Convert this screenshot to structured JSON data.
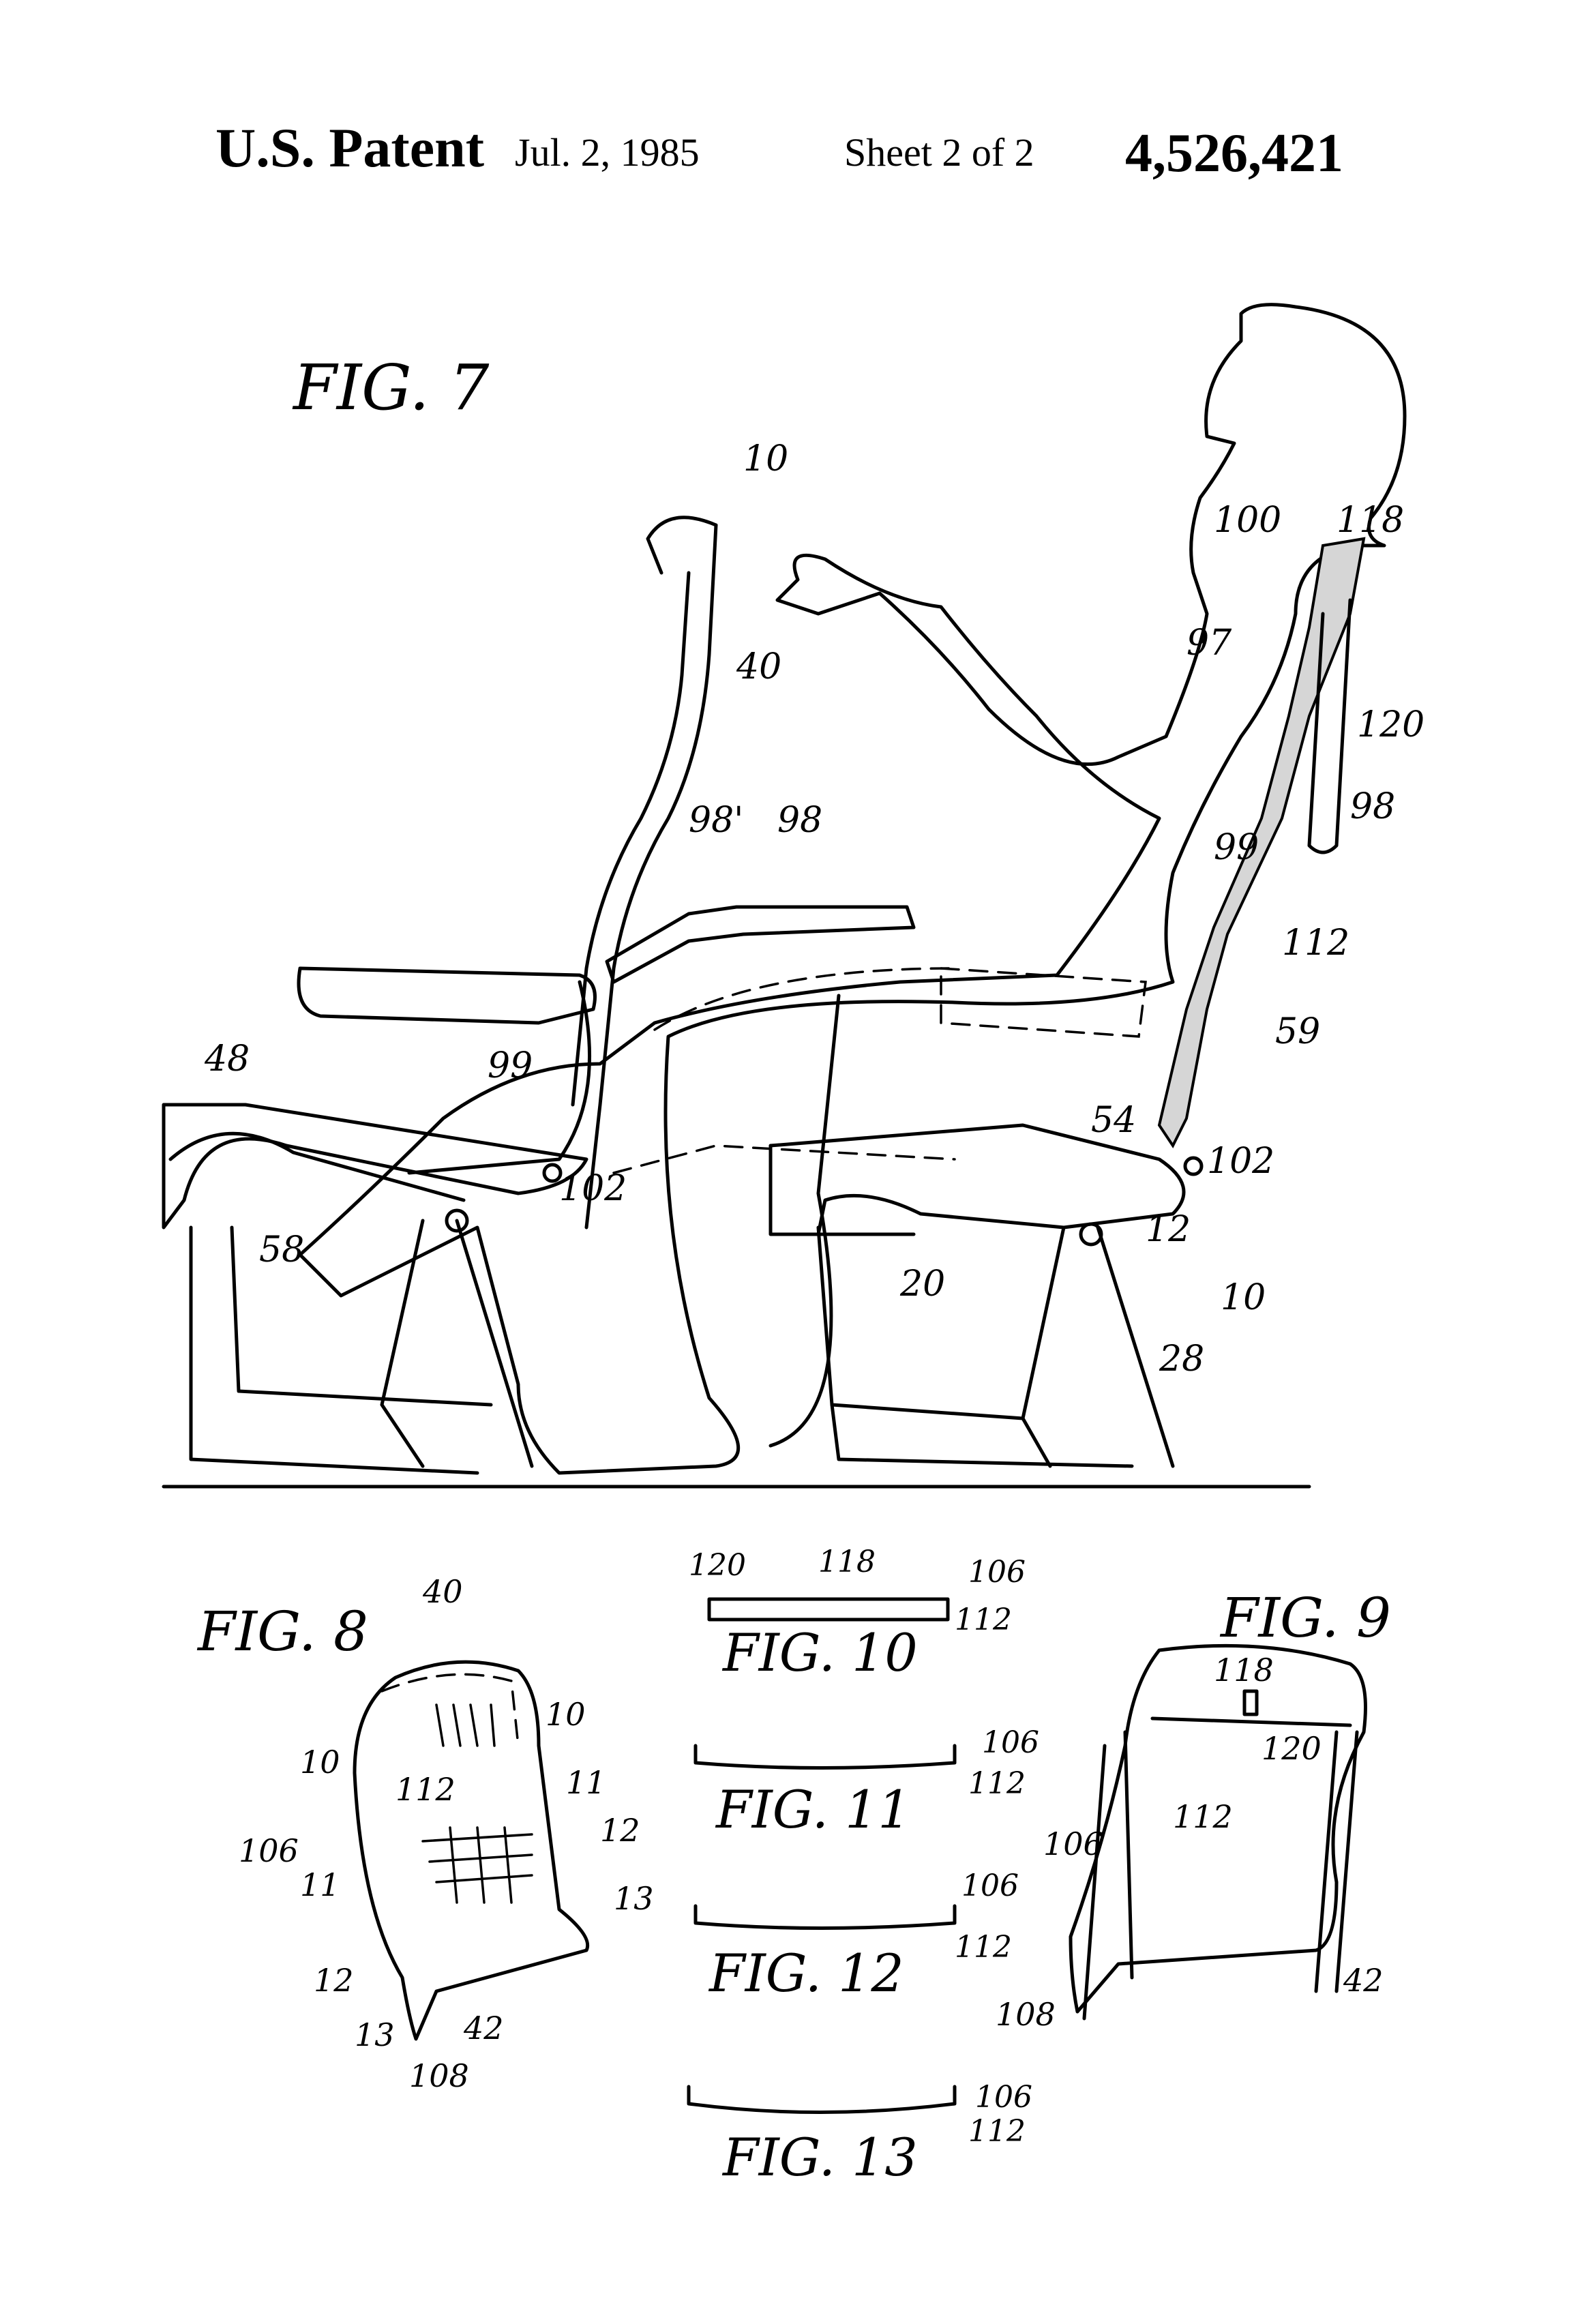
{
  "header": {
    "patent_label": "U.S. Patent",
    "date": "Jul. 2, 1985",
    "sheet": "Sheet 2 of 2",
    "patent_number": "4,526,421"
  },
  "figures": {
    "fig7": {
      "title": "FIG. 7",
      "labels": [
        "10",
        "40",
        "98'",
        "98",
        "48",
        "99",
        "102",
        "58",
        "100",
        "118",
        "97",
        "120",
        "98",
        "99",
        "112",
        "59",
        "54",
        "102",
        "12",
        "10",
        "20",
        "28"
      ]
    },
    "fig8": {
      "title": "FIG. 8",
      "labels": [
        "40",
        "10",
        "112",
        "10",
        "11",
        "106",
        "12",
        "13",
        "11",
        "12",
        "13",
        "42",
        "108"
      ]
    },
    "fig9": {
      "title": "FIG. 9",
      "labels": [
        "118",
        "120",
        "112",
        "106",
        "42",
        "108"
      ]
    },
    "fig10": {
      "title": "FIG. 10",
      "labels": [
        "120",
        "118",
        "106",
        "112"
      ]
    },
    "fig11": {
      "title": "FIG. 11",
      "labels": [
        "106",
        "112"
      ]
    },
    "fig12": {
      "title": "FIG. 12",
      "labels": [
        "106",
        "112"
      ]
    },
    "fig13": {
      "title": "FIG. 13",
      "labels": [
        "106",
        "112"
      ]
    }
  }
}
